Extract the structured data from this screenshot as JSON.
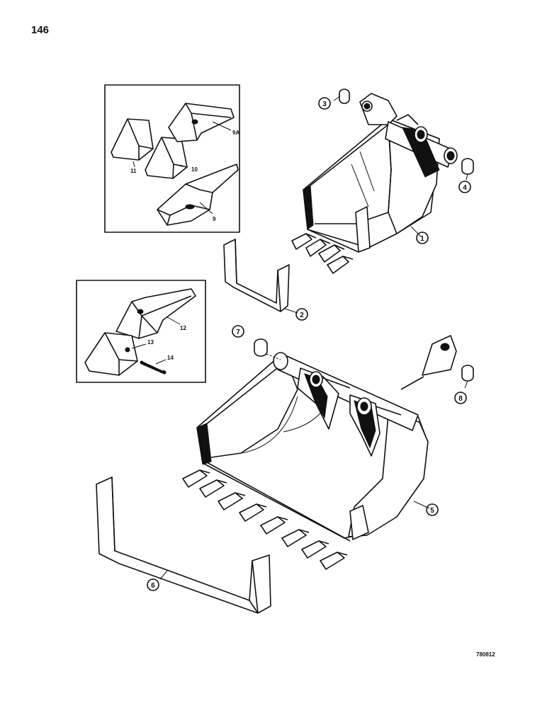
{
  "page": {
    "number": "146",
    "drawing_code": "780812"
  },
  "callouts": {
    "c1": "1",
    "c2": "2",
    "c3": "3",
    "c4": "4",
    "c5": "5",
    "c6": "6",
    "c7": "7",
    "c8": "8",
    "c9": "9",
    "c9a": "9A",
    "c10": "10",
    "c11": "11",
    "c12": "12",
    "c13": "13",
    "c14": "14"
  }
}
